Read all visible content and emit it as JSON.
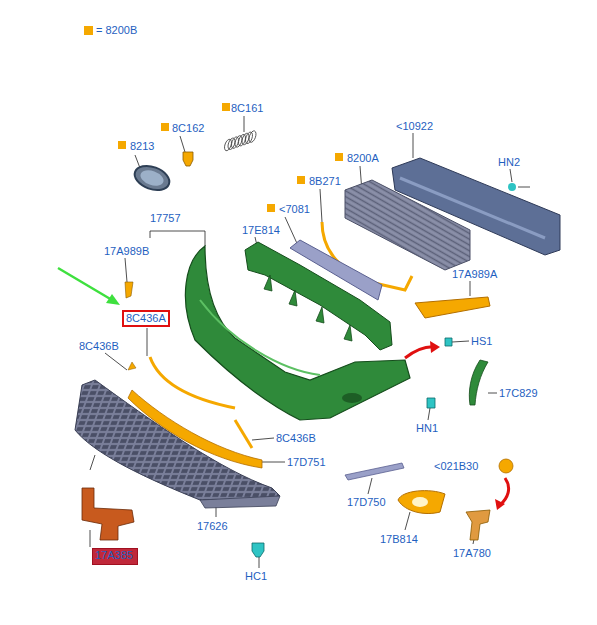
{
  "diagram": {
    "nodes": [
      {
        "text": [
          "8C436A"
        ]
      },
      {
        "text": [
          "17A385"
        ]
      }
    ],
    "labels": [
      "8C161",
      "8C162",
      "8213",
      "<10922",
      "8200A",
      "HN2",
      "8B271",
      "17757",
      "<7081",
      "17E814",
      "17A989B",
      "17A989A",
      "8C436B",
      "HS1",
      "17C829",
      "HN1",
      "8C436B",
      "17D751",
      "<021B30",
      "17D750",
      "17626",
      "17B814",
      "17A780",
      "HC1"
    ],
    "legend": [
      {
        "text": "= 8200B",
        "color": "#f5a800"
      }
    ]
  }
}
